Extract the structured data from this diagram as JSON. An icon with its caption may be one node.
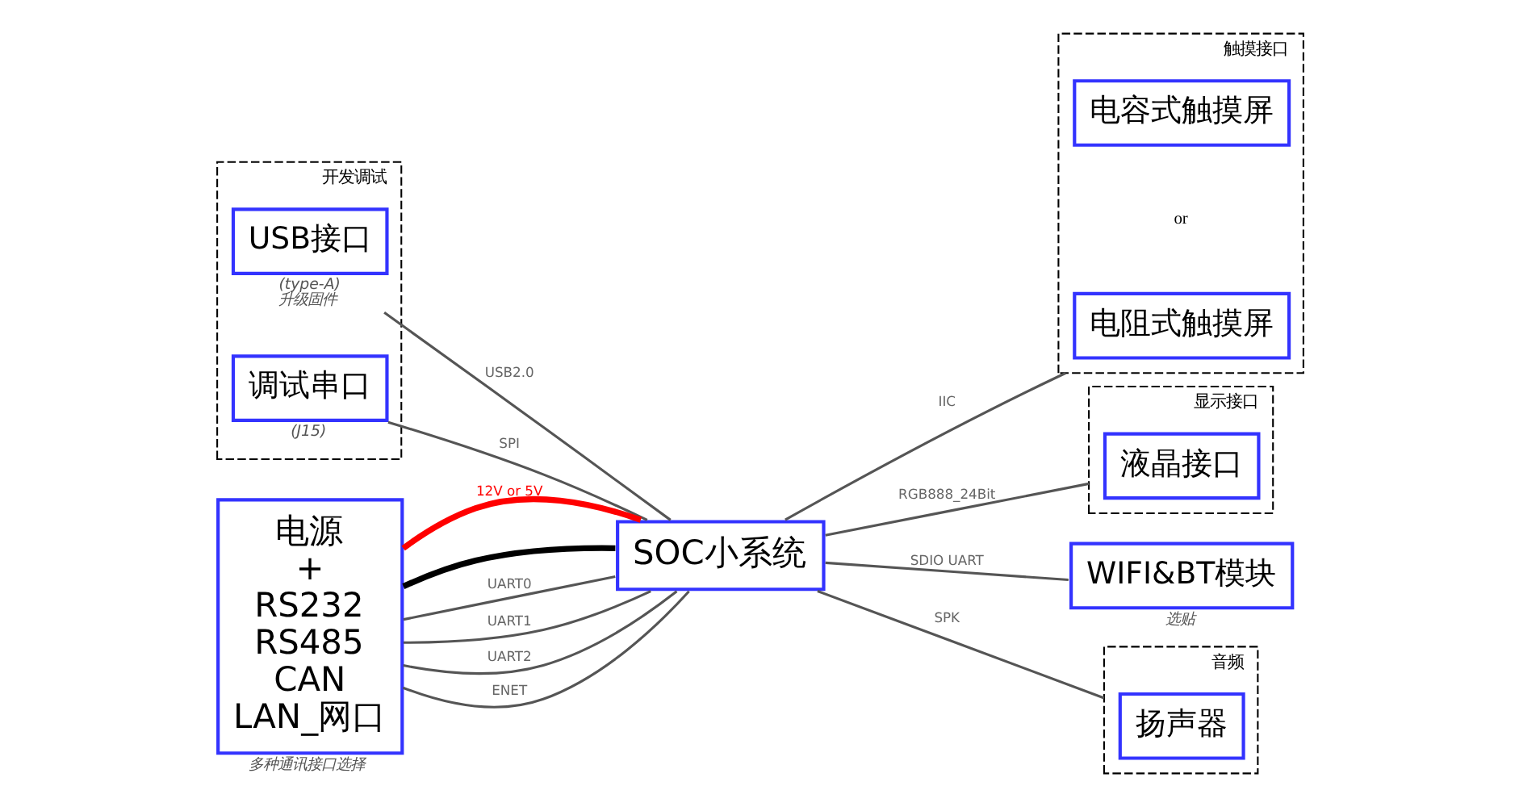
{
  "diagram": {
    "nodes": [
      {
        "text": [
          "开发调试"
        ]
      },
      {
        "text": [
          "USB接口"
        ],
        "in": 0,
        "beside": [
          "(type-A)",
          "升级固件"
        ]
      },
      {
        "text": [
          "调试串口"
        ],
        "in": 0,
        "beside": [
          "(J15)"
        ]
      },
      {
        "text": [
          "电源",
          "+",
          "RS232",
          "RS485",
          "CAN",
          "LAN_网口"
        ],
        "beside": [
          "多种通讯接口选择"
        ]
      },
      {
        "text": [
          "SOC小系统"
        ]
      },
      {
        "text": [
          "触摸接口"
        ]
      },
      {
        "text": [
          "电容式触摸屏"
        ],
        "in": 5
      },
      {
        "text": [
          "电阻式触摸屏"
        ],
        "in": 5
      },
      {
        "text": [
          "显示接口"
        ]
      },
      {
        "text": [
          "液晶接口"
        ],
        "in": 8
      },
      {
        "text": [
          "WIFI&BT模块"
        ],
        "beside": [
          "选贴"
        ]
      },
      {
        "text": [
          "音频"
        ]
      },
      {
        "text": [
          "扬声器"
        ],
        "in": 11
      }
    ],
    "edges": [
      {
        "from": 1,
        "to": 4,
        "arrow": "none",
        "label": "USB2.0"
      },
      {
        "from": 2,
        "to": 4,
        "arrow": "none",
        "label": "SPI"
      },
      {
        "from": 3,
        "to": 4,
        "arrow": "none",
        "label": "12V or 5V",
        "style": "thick",
        "color": "#ff0000"
      },
      {
        "from": 3,
        "to": 4,
        "arrow": "none",
        "style": "thick",
        "color": "#000000"
      },
      {
        "from": 3,
        "to": 4,
        "arrow": "none",
        "label": "UART0"
      },
      {
        "from": 3,
        "to": 4,
        "arrow": "none",
        "label": "UART1"
      },
      {
        "from": 3,
        "to": 4,
        "arrow": "none",
        "label": "UART2"
      },
      {
        "from": 3,
        "to": 4,
        "arrow": "none",
        "label": "ENET"
      },
      {
        "from": 4,
        "to": 5,
        "arrow": "none",
        "label": "IIC"
      },
      {
        "from": 4,
        "to": 8,
        "arrow": "none",
        "label": "RGB888_24Bit"
      },
      {
        "from": 4,
        "to": 11,
        "arrow": "none",
        "label": "SPK"
      },
      {
        "from": 4,
        "to": 10,
        "arrow": "none",
        "label": "SDIO UART"
      }
    ],
    "labels": [
      "or"
    ]
  }
}
